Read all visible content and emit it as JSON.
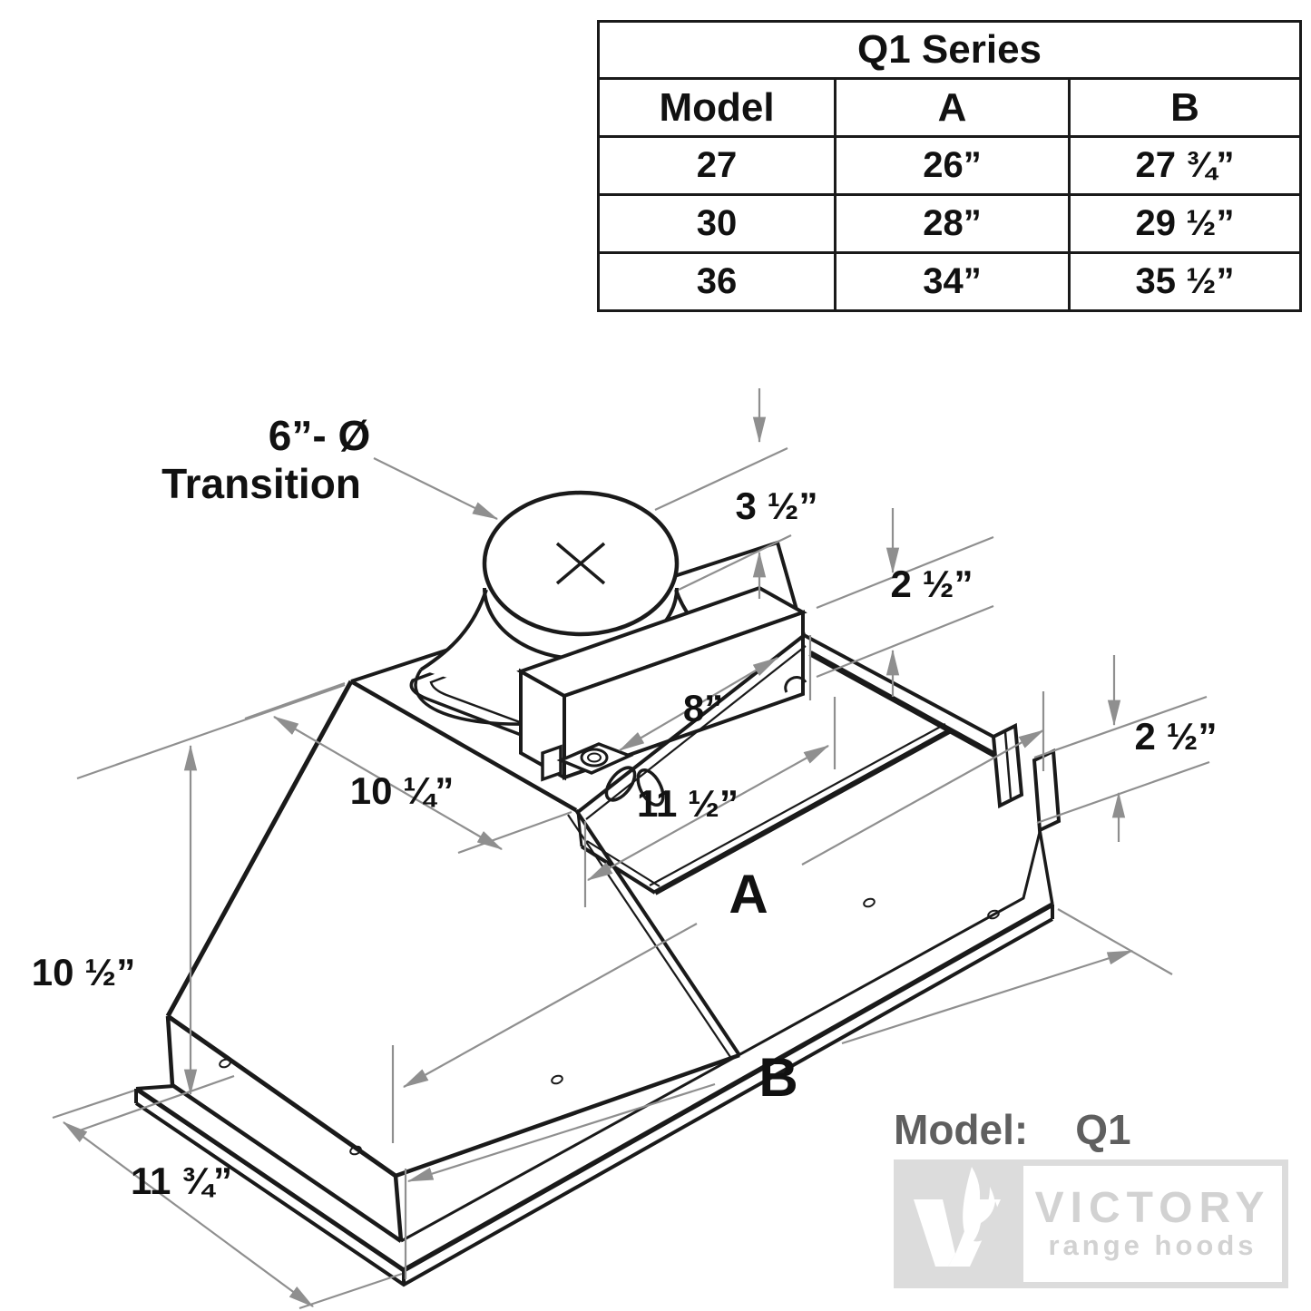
{
  "spec_table": {
    "title": "Q1 Series",
    "columns": [
      "Model",
      "A",
      "B"
    ],
    "rows": [
      [
        "27",
        "26”",
        "27 ¾”"
      ],
      [
        "30",
        "28”",
        "29 ½”"
      ],
      [
        "36",
        "34”",
        "35 ½”"
      ]
    ]
  },
  "dimensions": {
    "transition_line1": "6”- Ø",
    "transition_line2": "Transition",
    "duct_height": "3 ½”",
    "rail_height": "2 ½”",
    "box_length": "8”",
    "flange_height": "2 ½”",
    "top_depth": "10 ¼”",
    "inner_depth": "11 ½”",
    "inner_width_letter": "A",
    "overall_width_letter": "B",
    "body_height": "10 ½”",
    "bottom_depth": "11 ¾”"
  },
  "title_block": {
    "model_label": "Model:",
    "model_value": "Q1"
  },
  "logo": {
    "brand": "VICTORY",
    "tagline": "range hoods"
  },
  "colors": {
    "line": "#1a1a1a",
    "dimension": "#8f8f8f",
    "logo_gray": "#dcdcdc",
    "text_gray": "#5f5f5f"
  }
}
